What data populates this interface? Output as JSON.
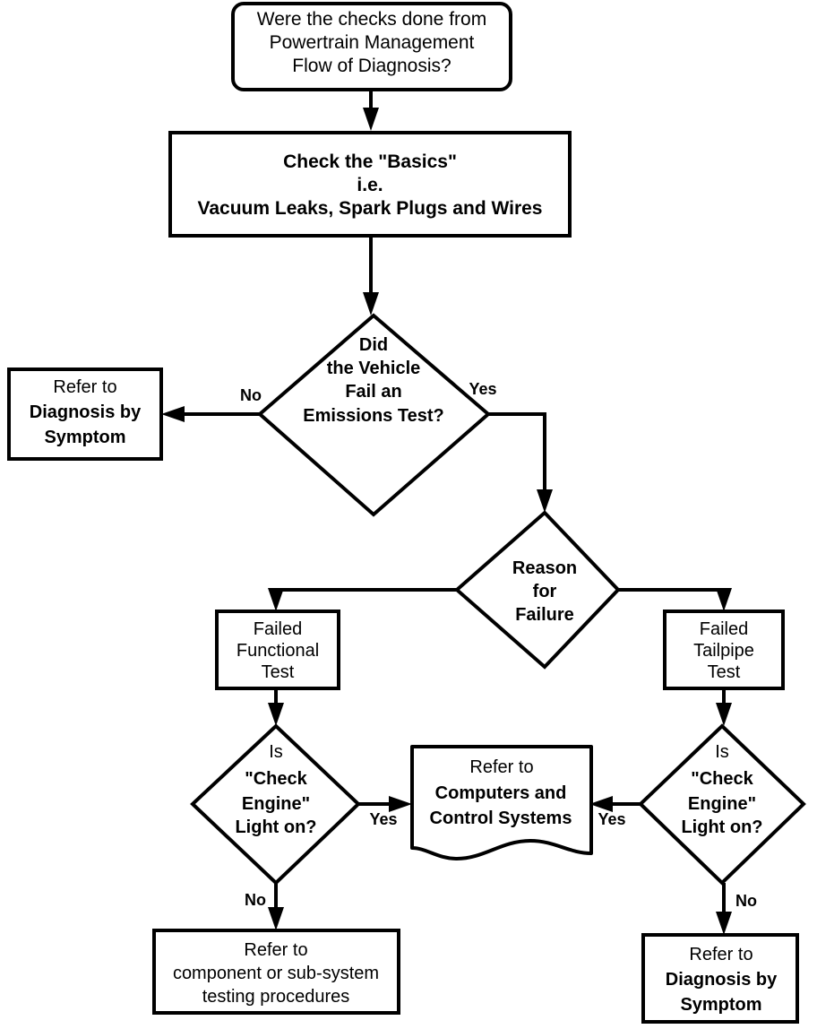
{
  "diagram": {
    "title": "Emissions Diagnosis Flowchart",
    "background_color": "#ffffff",
    "line_color": "#000000",
    "nodes": {
      "start_question": {
        "shape": "rounded-rectangle",
        "lines": [
          "Were the checks done from",
          "Powertrain Management",
          "Flow of Diagnosis?"
        ],
        "weight": "normal"
      },
      "check_basics": {
        "shape": "rectangle",
        "lines": [
          "Check the \"Basics\"",
          "i.e.",
          "Vacuum Leaks, Spark Plugs and Wires"
        ],
        "weight": "bold"
      },
      "emissions_test": {
        "shape": "diamond",
        "lines": [
          "Did",
          "the Vehicle",
          "Fail an",
          "Emissions Test?"
        ],
        "weight": "bold"
      },
      "refer_symptom_left": {
        "shape": "rectangle",
        "lines": [
          "Refer to",
          "Diagnosis by",
          "Symptom"
        ],
        "line_weights": [
          "normal",
          "bold",
          "bold"
        ]
      },
      "reason_for_failure": {
        "shape": "diamond",
        "lines": [
          "Reason",
          "for",
          "Failure"
        ],
        "weight": "bold"
      },
      "failed_functional": {
        "shape": "rectangle",
        "lines": [
          "Failed",
          "Functional",
          "Test"
        ],
        "weight": "normal"
      },
      "failed_tailpipe": {
        "shape": "rectangle",
        "lines": [
          "Failed",
          "Tailpipe",
          "Test"
        ],
        "weight": "normal"
      },
      "check_engine_left": {
        "shape": "diamond",
        "lines": [
          "Is",
          "\"Check",
          "Engine\"",
          "Light on?"
        ],
        "line_weights": [
          "normal",
          "bold",
          "bold",
          "bold"
        ]
      },
      "check_engine_right": {
        "shape": "diamond",
        "lines": [
          "Is",
          "\"Check",
          "Engine\"",
          "Light on?"
        ],
        "line_weights": [
          "normal",
          "bold",
          "bold",
          "bold"
        ]
      },
      "refer_computers": {
        "shape": "document",
        "lines": [
          "Refer to",
          "Computers   and",
          "Control  Systems"
        ],
        "line_weights": [
          "normal",
          "bold",
          "bold"
        ]
      },
      "refer_component": {
        "shape": "rectangle",
        "lines": [
          "Refer to",
          "component or  sub-system",
          "testing   procedures"
        ],
        "weight": "normal"
      },
      "refer_symptom_right": {
        "shape": "rectangle",
        "lines": [
          "Refer to",
          "Diagnosis by",
          "Symptom"
        ],
        "line_weights": [
          "normal",
          "bold",
          "bold"
        ]
      }
    },
    "edge_labels": {
      "emissions_no": "No",
      "emissions_yes": "Yes",
      "check_engine_left_yes": "Yes",
      "check_engine_left_no": "No",
      "check_engine_right_yes": "Yes",
      "check_engine_right_no": "No"
    }
  }
}
